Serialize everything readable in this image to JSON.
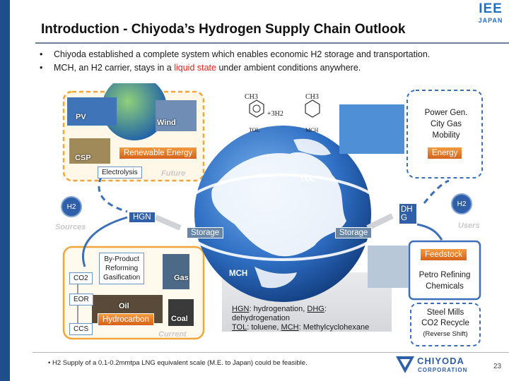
{
  "header": {
    "title": "Introduction - Chiyoda’s Hydrogen Supply Chain Outlook",
    "logo_line1": "IEE",
    "logo_line2": "JAPAN"
  },
  "bullets": [
    {
      "text": "Chiyoda established a complete system which enables economic H2 storage and transportation."
    },
    {
      "prefix": "MCH, an H2 carrier, stays in a ",
      "highlight": "liquid state",
      "suffix": " under ambient conditions anywhere."
    }
  ],
  "diagram": {
    "sources": {
      "pv": "PV",
      "wind": "Wind",
      "csp": "CSP",
      "renewable": "Renewable Energy",
      "electrolysis": "Electrolysis",
      "future": "Future",
      "sources_label": "Sources",
      "h2": "H2",
      "byproduct": [
        "By-Product",
        "Reforming",
        "Gasification"
      ],
      "co2": "CO2",
      "eor": "EOR",
      "ccs": "CCS",
      "oil": "Oil",
      "gas": "Gas",
      "coal": "Coal",
      "hydrocarbon": "Hydrocarbon",
      "current": "Current"
    },
    "chain": {
      "hgn": "HGN",
      "storage_left": "Storage",
      "storage_right": "Storage",
      "tol": "TOL",
      "mch": "MCH",
      "dhg": "DH G"
    },
    "chemistry": {
      "ch3_left": "CH3",
      "ch3_right": "CH3",
      "reaction": "+3H2",
      "tol": "TOL",
      "mch": "MCH"
    },
    "legend": {
      "line1_a": "HGN",
      "line1_b": ": hydrogenation, ",
      "line1_c": "DHG",
      "line1_d": ":",
      "line2": "dehydrogenation",
      "line3_a": "TOL",
      "line3_b": ": toluene, ",
      "line3_c": "MCH",
      "line3_d": ":  Methylcyclohexane"
    },
    "users": {
      "energy_lines": [
        "Power Gen.",
        "City Gas",
        "Mobility"
      ],
      "energy": "Energy",
      "h2": "H2",
      "users_label": "Users",
      "feedstock": "Feedstock",
      "feedstock_lines": [
        "Petro Refining",
        "Chemicals"
      ],
      "steel_lines": [
        "Steel Mills",
        "CO2 Recycle"
      ],
      "reverse_shift": "(Reverse Shift)"
    }
  },
  "footer": {
    "note": "H2 Supply of a 0.1-0.2mmtpa LNG equivalent scale (M.E. to Japan) could be feasible.",
    "company": "CHIYODA",
    "corporation": "CORPORATION",
    "page": "23"
  },
  "colors": {
    "accent_blue": "#1f4e8c",
    "orange": "#e07a23",
    "red_highlight": "#e0221f",
    "globe_blue": "#2f6fc4"
  }
}
